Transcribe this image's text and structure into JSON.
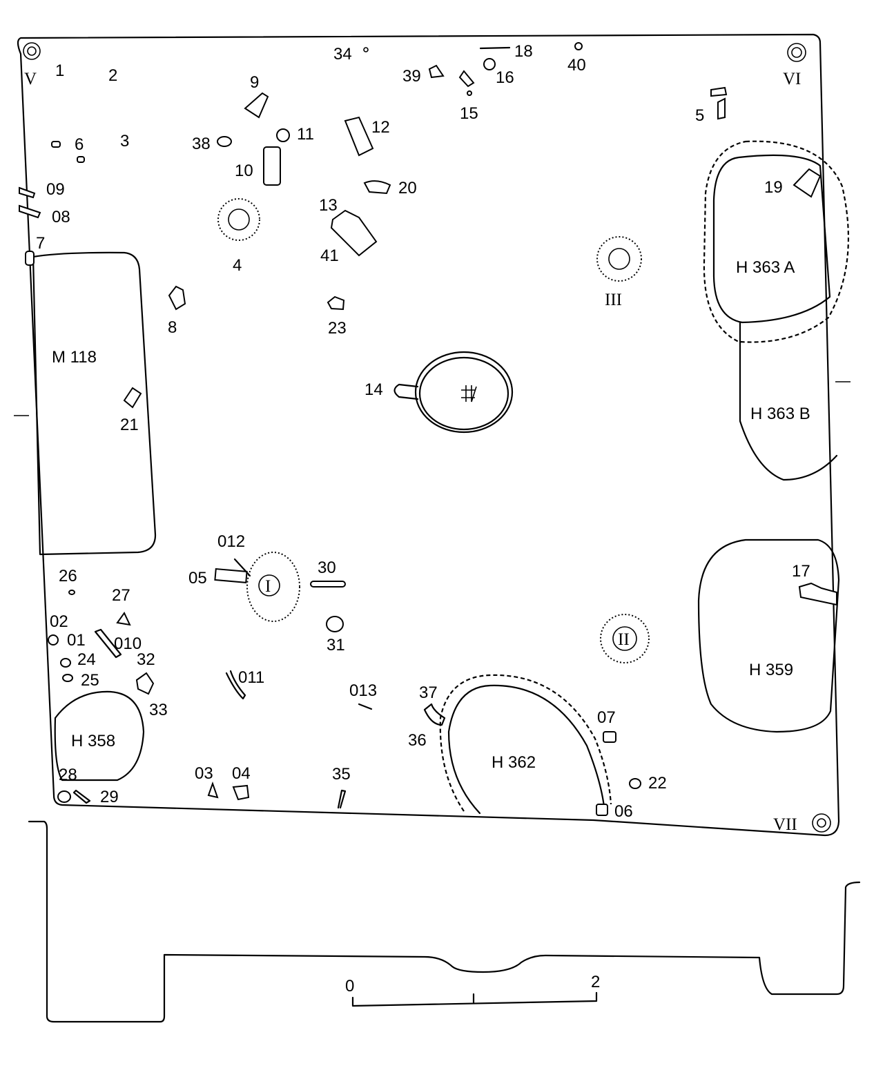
{
  "labels": {
    "V": "V",
    "VI": "VI",
    "VII": "VII",
    "I": "I",
    "II": "II",
    "III": "III",
    "n1": "1",
    "n2": "2",
    "n3": "3",
    "n4": "4",
    "n5": "5",
    "n6": "6",
    "n7": "7",
    "n8": "8",
    "n9": "9",
    "n10": "10",
    "n11": "11",
    "n12": "12",
    "n13": "13",
    "n14": "14",
    "n15": "15",
    "n16": "16",
    "n17": "17",
    "n18": "18",
    "n19": "19",
    "n20": "20",
    "n21": "21",
    "n22": "22",
    "n23": "23",
    "n24": "24",
    "n25": "25",
    "n26": "26",
    "n27": "27",
    "n28": "28",
    "n29": "29",
    "n30": "30",
    "n31": "31",
    "n32": "32",
    "n33": "33",
    "n34": "34",
    "n35": "35",
    "n36": "36",
    "n37": "37",
    "n38": "38",
    "n39": "39",
    "n40": "40",
    "n41": "41",
    "n01": "01",
    "n02": "02",
    "n03": "03",
    "n04": "04",
    "n05": "05",
    "n06": "06",
    "n07": "07",
    "n08": "08",
    "n09": "09",
    "n010": "010",
    "n011": "011",
    "n012": "012",
    "n013": "013"
  },
  "features": {
    "M118": "M 118",
    "H358": "H 358",
    "H359": "H 359",
    "H362": "H 362",
    "H363A": "H 363 A",
    "H363B": "H 363 B"
  },
  "scale": {
    "start": "0",
    "end": "2"
  }
}
